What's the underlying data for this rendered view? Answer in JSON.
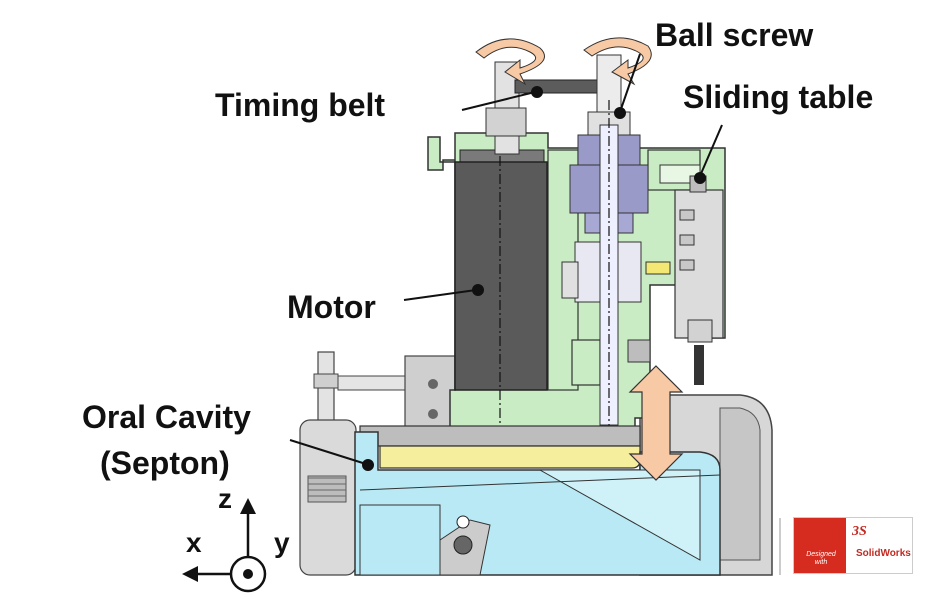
{
  "labels": {
    "timing_belt": "Timing belt",
    "ball_screw": "Ball screw",
    "sliding_table": "Sliding table",
    "motor": "Motor",
    "oral_cavity_line1": "Oral Cavity",
    "oral_cavity_line2": "(Septon)"
  },
  "axes": {
    "z": "z",
    "x": "x",
    "y": "y"
  },
  "logo": {
    "designed": "Designed",
    "with": "with",
    "brand": "SolidWorks"
  },
  "colors": {
    "frame_green": "#c9ecc4",
    "motor_gray": "#5a5a5a",
    "cavity_blue": "#b9e9f4",
    "septon_yellow": "#f5ee9c",
    "arrow_peach": "#f7c9a4",
    "screw_purple": "#9a9ac8",
    "logo_red": "#d62c1f"
  }
}
